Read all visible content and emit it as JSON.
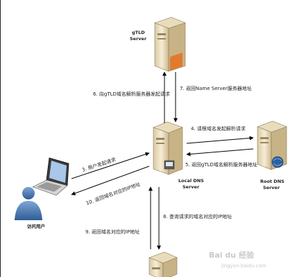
{
  "nodes": {
    "gtld": {
      "line1": "gTLD",
      "line2": "Server"
    },
    "local": {
      "line1": "Local DNS",
      "line2": "Server"
    },
    "root": {
      "line1": "Root DNS",
      "line2": "Server"
    },
    "user": {
      "label": "访问用户"
    }
  },
  "edges": {
    "e3": "3. 用户发起请求",
    "e4": "4. 请根域名发起解析请求",
    "e5": "5. 返回gTLD域名解析服务器地址",
    "e6": "6. 向gTLD域名解析服务器发起请求",
    "e7": "7. 返回Name Server服务器地址",
    "e8": "8. 查询请求的域名对应的IP地址",
    "e9": "9. 返回域名对应的IP地址",
    "e10": "10. 返回域名对应的IP地址"
  },
  "watermark": {
    "text": "Bai du 经验",
    "url": "jingyan.baidu.com"
  },
  "colors": {
    "server_body": "#efe3c6",
    "server_shadow": "#b9a67e",
    "arrow": "#000000",
    "user": "#3f6fa8"
  }
}
